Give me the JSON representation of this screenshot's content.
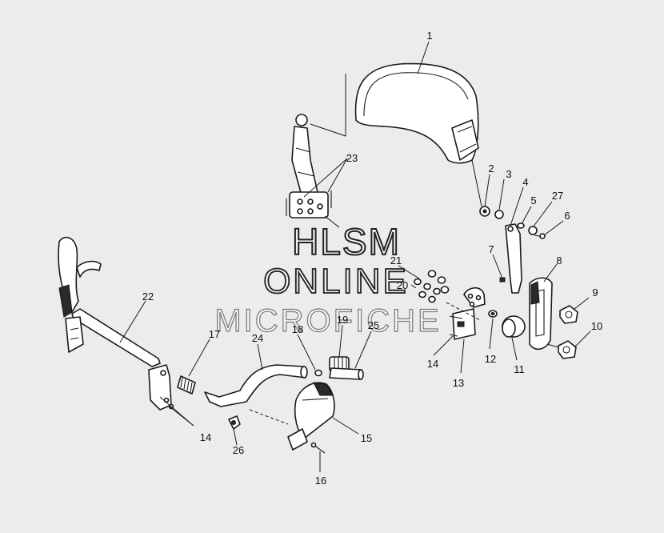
{
  "watermark": {
    "line1": "HLSM",
    "line2": "ONLINE",
    "line3": "MICROFICHE"
  },
  "callouts": {
    "c1": "1",
    "c2": "2",
    "c3": "3",
    "c4": "4",
    "c5": "5",
    "c6": "6",
    "c7": "7",
    "c8": "8",
    "c9": "9",
    "c10": "10",
    "c11": "11",
    "c12": "12",
    "c13": "13",
    "c14a": "14",
    "c14b": "14",
    "c15": "15",
    "c16": "16",
    "c17": "17",
    "c18": "18",
    "c19": "19",
    "c20": "20",
    "c21": "21",
    "c22": "22",
    "c23": "23",
    "c24": "24",
    "c25": "25",
    "c26": "26",
    "c27": "27"
  }
}
